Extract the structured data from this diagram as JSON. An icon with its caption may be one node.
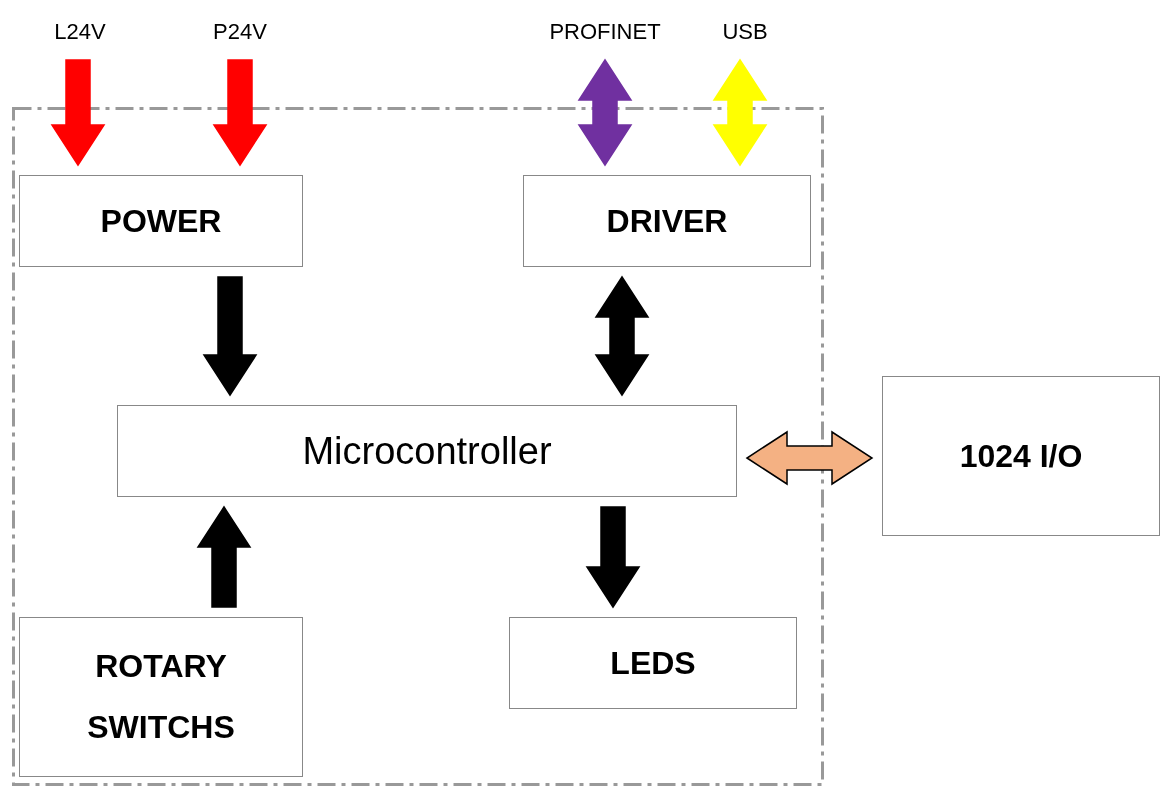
{
  "diagram": {
    "nodes": [
      {
        "text": [
          "L24V"
        ]
      },
      {
        "text": [
          "P24V"
        ]
      },
      {
        "text": [
          "PROFINET"
        ]
      },
      {
        "text": [
          "USB"
        ]
      },
      {
        "text": [],
        "shape": "box"
      },
      {
        "text": [
          "POWER"
        ],
        "in": 4
      },
      {
        "text": [
          "DRIVER"
        ],
        "in": 4
      },
      {
        "text": [
          "Microcontroller"
        ],
        "in": 4
      },
      {
        "text": [
          "1024 I/O"
        ]
      },
      {
        "text": [
          "ROTARY SWITCHS"
        ],
        "in": 4
      },
      {
        "text": [
          "LEDS"
        ],
        "in": 4
      }
    ],
    "edges": [
      {
        "from": 0,
        "to": 5,
        "arrow": "to",
        "color": "#ff0000"
      },
      {
        "from": 1,
        "to": 5,
        "arrow": "to",
        "color": "#ff0000"
      },
      {
        "from": 2,
        "to": 6,
        "arrow": "both",
        "color": "#7030a0"
      },
      {
        "from": 3,
        "to": 6,
        "arrow": "both",
        "color": "#ffff00"
      },
      {
        "from": 5,
        "to": 7,
        "arrow": "to"
      },
      {
        "from": 6,
        "to": 7,
        "arrow": "both"
      },
      {
        "from": 7,
        "to": 8,
        "arrow": "both",
        "color": "#f4b183"
      },
      {
        "from": 9,
        "to": 7,
        "arrow": "to"
      },
      {
        "from": 7,
        "to": 10,
        "arrow": "to"
      }
    ]
  }
}
